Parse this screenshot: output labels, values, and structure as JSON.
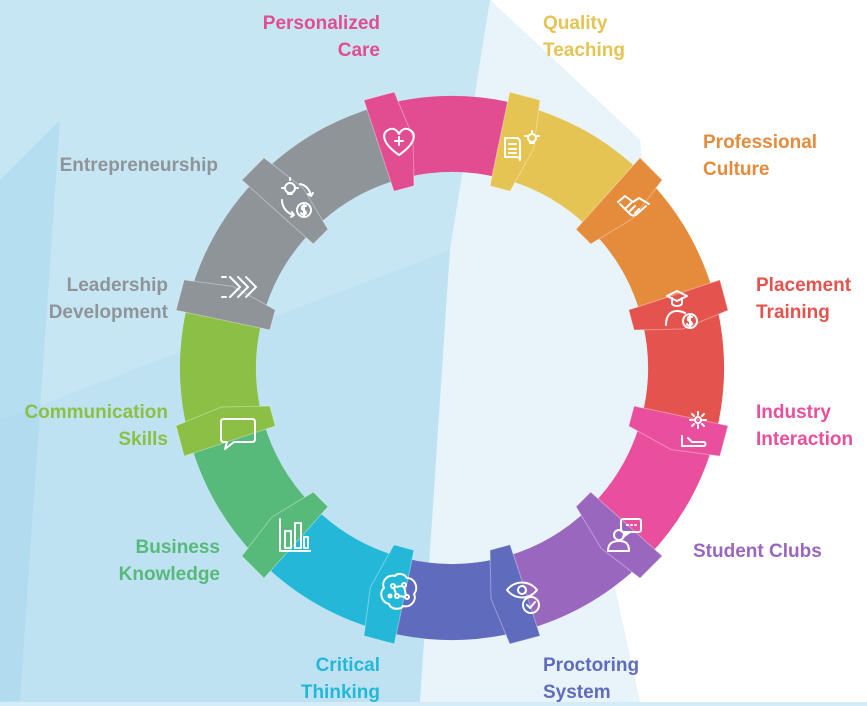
{
  "segments": [
    {
      "id": "personalized-care",
      "lines": [
        "Personalized",
        "Care"
      ],
      "color": "#e24d91",
      "icon": "heart-plus-icon"
    },
    {
      "id": "quality-teaching",
      "lines": [
        "Quality",
        "Teaching"
      ],
      "color": "#e5c454",
      "icon": "book-lightbulb-icon"
    },
    {
      "id": "professional-culture",
      "lines": [
        "Professional",
        "Culture"
      ],
      "color": "#e58b3c",
      "icon": "handshake-icon"
    },
    {
      "id": "placement-training",
      "lines": [
        "Placement",
        "Training"
      ],
      "color": "#e5534e",
      "icon": "graduate-coin-icon"
    },
    {
      "id": "industry-interaction",
      "lines": [
        "Industry",
        "Interaction"
      ],
      "color": "#e94f9d",
      "icon": "gear-hand-icon"
    },
    {
      "id": "student-clubs",
      "lines": [
        "Student Clubs"
      ],
      "color": "#9a67bf",
      "icon": "person-chat-icon"
    },
    {
      "id": "proctoring-system",
      "lines": [
        "Proctoring",
        "System"
      ],
      "color": "#5f6bbd",
      "icon": "eye-check-icon"
    },
    {
      "id": "critical-thinking",
      "lines": [
        "Critical",
        "Thinking"
      ],
      "color": "#24b8d8",
      "icon": "brain-network-icon"
    },
    {
      "id": "business-knowledge",
      "lines": [
        "Business",
        "Knowledge"
      ],
      "color": "#57b97a",
      "icon": "bar-chart-icon"
    },
    {
      "id": "communication-skills",
      "lines": [
        "Communication",
        "Skills"
      ],
      "color": "#8bbf45",
      "icon": "speech-bubble-icon"
    },
    {
      "id": "leadership-development",
      "lines": [
        "Leadership",
        "Development"
      ],
      "color": "#8f9499",
      "icon": "chevrons-right-icon"
    },
    {
      "id": "entrepreneurship",
      "lines": [
        "Entrepreneurship"
      ],
      "color": "#8f9499",
      "icon": "idea-cycle-icon"
    }
  ]
}
